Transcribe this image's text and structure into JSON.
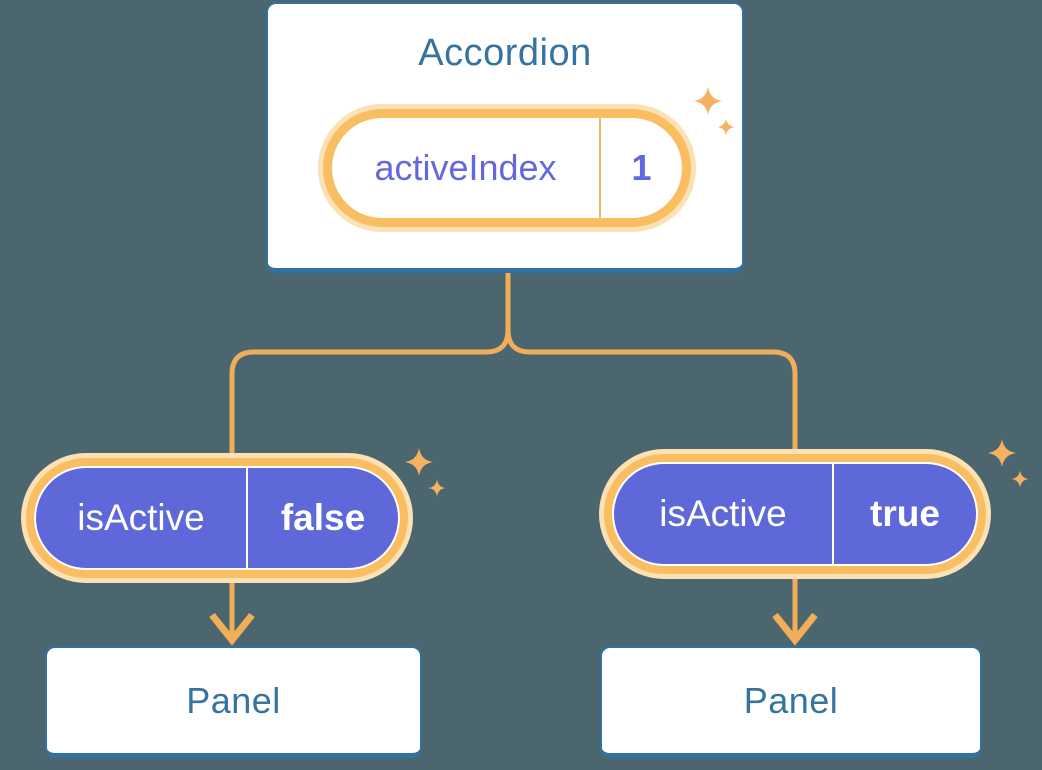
{
  "colors": {
    "background": "#4C6670",
    "card_border": "#31719F",
    "card_text": "#35749E",
    "pill_ring": "#F9BD62",
    "pill_halo": "#FBE1B3",
    "connector": "#F0AE58",
    "state_purple": "#5E68D9",
    "state_text": "#6468DF",
    "divider_orange": "#F5B163",
    "sparkle": "#F4B161"
  },
  "diagram": {
    "root": {
      "title": "Accordion",
      "state_pill": {
        "label": "activeIndex",
        "value": "1"
      }
    },
    "branches": [
      {
        "prop_pill": {
          "label": "isActive",
          "value": "false"
        },
        "panel_title": "Panel"
      },
      {
        "prop_pill": {
          "label": "isActive",
          "value": "true"
        },
        "panel_title": "Panel"
      }
    ]
  }
}
